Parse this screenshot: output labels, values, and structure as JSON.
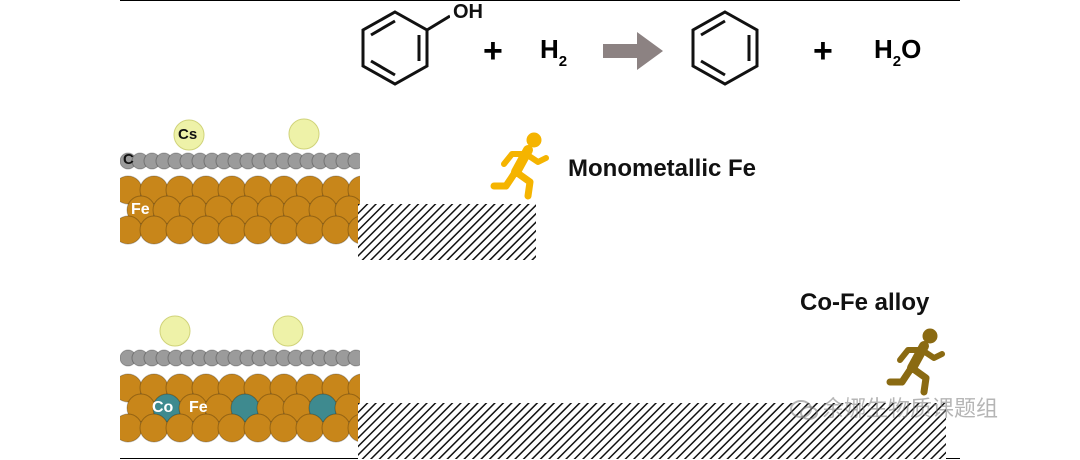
{
  "reaction": {
    "oh_label": "OH",
    "plus": "+",
    "h2": {
      "base": "H",
      "sub": "2"
    },
    "h2o": {
      "base": "H",
      "sub": "2",
      "tail": "O"
    }
  },
  "panel_top": {
    "cs_label": "Cs",
    "c_label": "C",
    "fe_label": "Fe",
    "title": "Monometallic Fe",
    "runner_color": "#f5b400"
  },
  "panel_bottom": {
    "co_label": "Co",
    "fe_label": "Fe",
    "title": "Co-Fe alloy",
    "runner_color": "#8a6a12"
  },
  "watermark": "余娜生物质课题组",
  "colors": {
    "fe": "#c8861a",
    "co": "#3e8a8f",
    "carbon": "#9b9b9b",
    "cs": "#eef2a8",
    "arrow": "#8c8282"
  }
}
